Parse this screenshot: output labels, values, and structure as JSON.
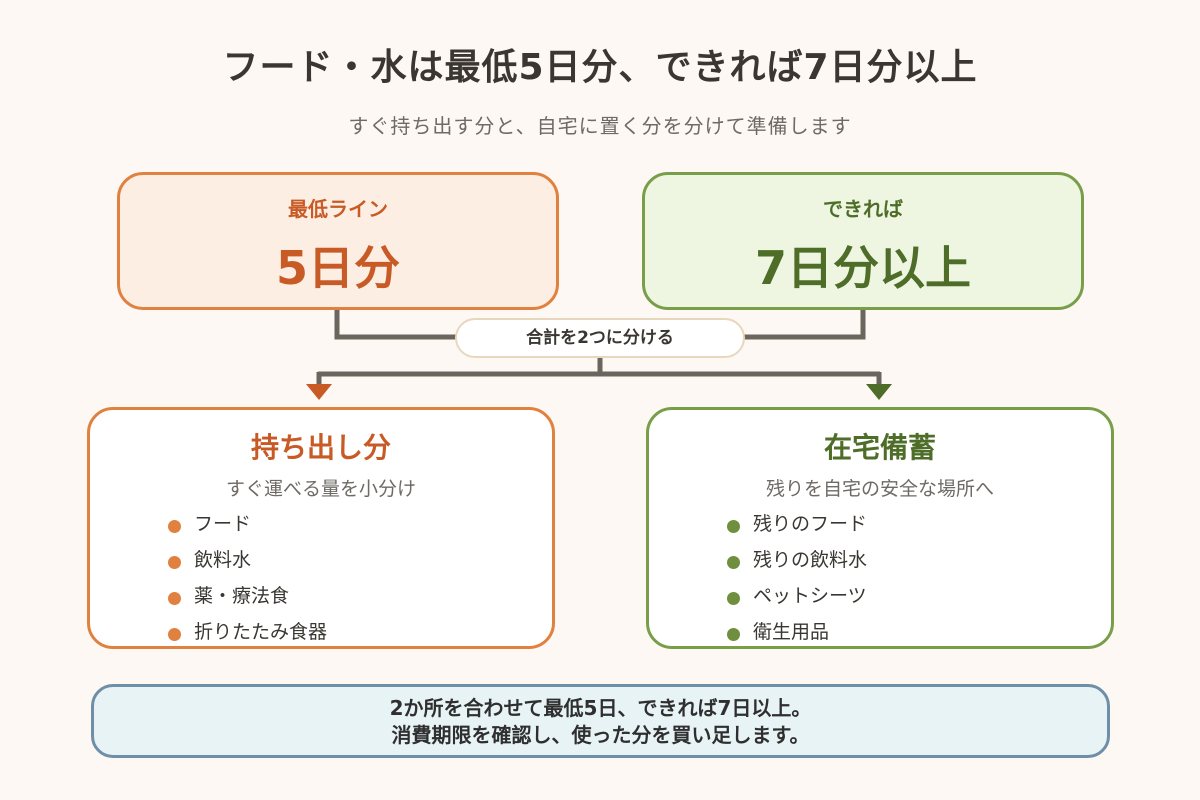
{
  "header": {
    "title": "フード・水は最低5日分、できれば7日分以上",
    "subtitle": "すぐ持ち出す分と、自宅に置く分を分けて準備します"
  },
  "minimum": {
    "label": "最低ライン",
    "value": "5日分",
    "color": "#e0813f"
  },
  "preferred": {
    "label": "できれば",
    "value": "7日分以上",
    "color": "#799e49"
  },
  "split_label": "合計を2つに分ける",
  "carry": {
    "title": "持ち出し分",
    "subtitle": "すぐ運べる量を小分け",
    "items": [
      "フード",
      "飲料水",
      "薬・療法食",
      "折りたたみ食器"
    ]
  },
  "home": {
    "title": "在宅備蓄",
    "subtitle": "残りを自宅の安全な場所へ",
    "items": [
      "残りのフード",
      "残りの飲料水",
      "ペットシーツ",
      "衛生用品"
    ]
  },
  "note": {
    "line1": "2か所を合わせて最低5日、できれば7日以上。",
    "line2": "消費期限を確認し、使った分を買い足します。"
  }
}
